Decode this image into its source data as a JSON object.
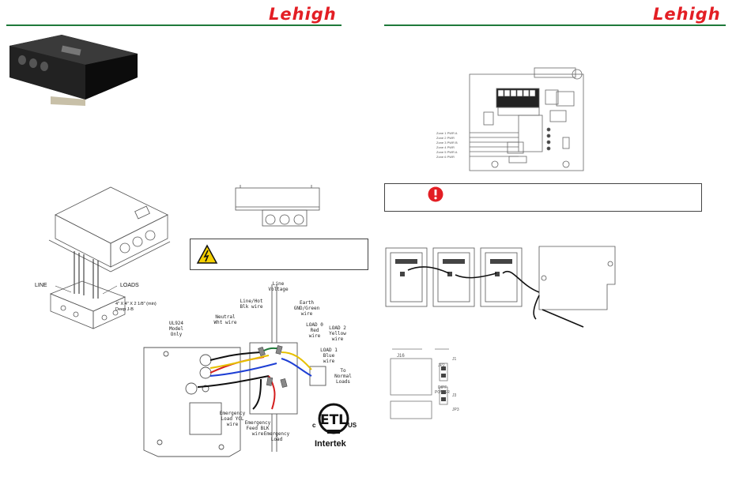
{
  "header": {
    "left_logo": "Lehigh",
    "right_logo": "Lehigh"
  },
  "mounting_labels": {
    "line": "LINE",
    "loads": "LOADS",
    "box_size": "4\" X 4\" X 2 1/8\" (min) Deep J-B"
  },
  "wiring_labels": {
    "line_voltage": "Line Voltage",
    "line_hot": "Line/Hot Blk wire",
    "neutral": "Neutral Wht wire",
    "earth": "Earth GND/Green wire",
    "load0": "LOAD 0 Red wire",
    "load2": "LOAD 2 Yellow wire",
    "load1": "LOAD 1 Blue wire",
    "to_normal": "To Normal Loads",
    "ul924": "UL924 Model Only",
    "emergency_load_ycl": "Emergency Load YCL wire",
    "emergency_feed": "Emergency Feed BLK wire",
    "emergency_load": "Emergency Load"
  },
  "cert": {
    "c": "c",
    "us": "US",
    "listed": "Intertek"
  },
  "pcb_labels": {
    "j16": "J16",
    "jp2": "JP2",
    "jp3": "JP3",
    "pwr": "POWER",
    "dipf": "DIPF",
    "j1": "J1",
    "j3": "J3"
  },
  "zone_labels": [
    "Zone 1 PWR A",
    "Zone 2 PWR",
    "Zone 3 PWR B",
    "Zone 4 PWR",
    "Zone 5 PWR A",
    "Zone 6 PWR"
  ],
  "colors": {
    "brand": "#e31e24",
    "rule": "#1f7a3a",
    "info": "#e31e24",
    "warning": "#f5d000"
  }
}
